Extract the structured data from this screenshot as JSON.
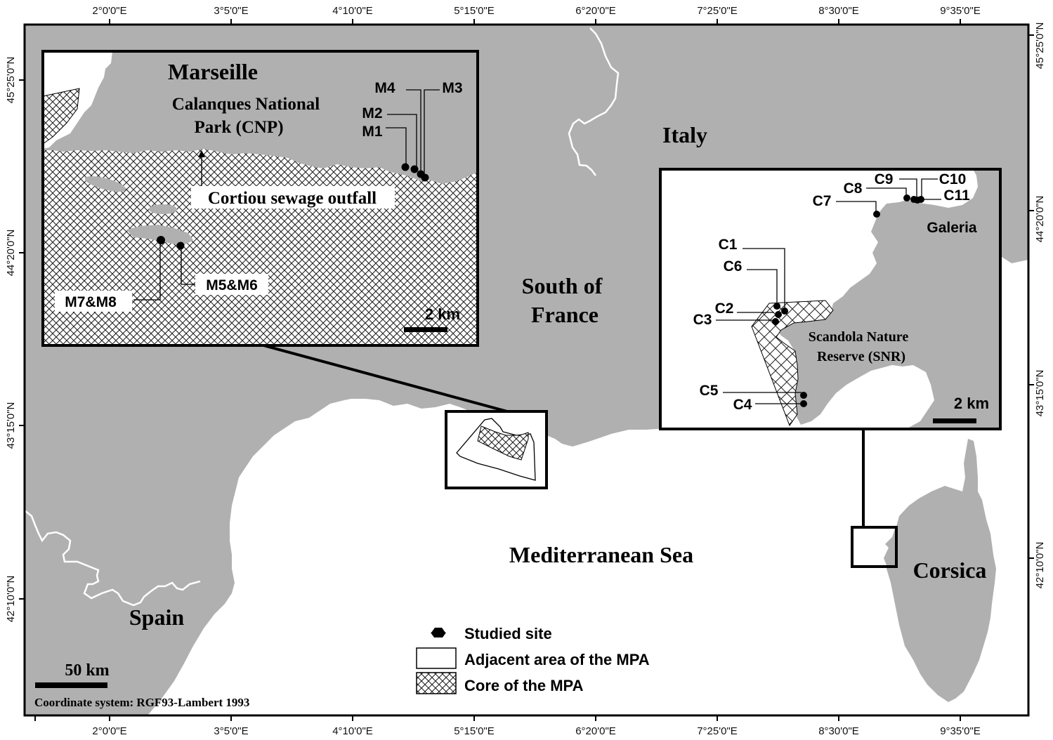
{
  "map": {
    "colors": {
      "land": "#b0b0b0",
      "sea": "#ffffff",
      "border": "#ffffff",
      "frame": "#000000",
      "site": "#000000"
    },
    "axes": {
      "x_ticks": [
        "2°0'0\"E",
        "3°5'0\"E",
        "4°10'0\"E",
        "5°15'0\"E",
        "6°20'0\"E",
        "7°25'0\"E",
        "8°30'0\"E",
        "9°35'0\"E"
      ],
      "y_ticks": [
        "45°25'0\"N",
        "44°20'0\"N",
        "43°15'0\"N",
        "42°10'0\"N"
      ]
    },
    "labels": {
      "italy": "Italy",
      "south_of_france_1": "South of",
      "south_of_france_2": "France",
      "spain": "Spain",
      "corsica": "Corsica",
      "sea": "Mediterranean Sea"
    },
    "scale_main": "50 km",
    "coordinate_system": "Coordinate system: RGF93-Lambert 1993"
  },
  "inset_marseille": {
    "title": "Marseille",
    "park_1": "Calanques National",
    "park_2": "Park (CNP)",
    "outfall": "Cortiou sewage outfall",
    "scale": "2 km",
    "sites": [
      "M1",
      "M2",
      "M3",
      "M4",
      "M5&M6",
      "M7&M8"
    ]
  },
  "inset_corsica": {
    "town": "Galeria",
    "reserve_1": "Scandola Nature",
    "reserve_2": "Reserve (SNR)",
    "scale": "2 km",
    "sites": [
      "C1",
      "C2",
      "C3",
      "C4",
      "C5",
      "C6",
      "C7",
      "C8",
      "C9",
      "C10",
      "C11"
    ]
  },
  "legend": {
    "items": [
      {
        "label": "Studied site",
        "symbol": "hexagon-dot"
      },
      {
        "label": "Adjacent area of the MPA",
        "symbol": "empty-box"
      },
      {
        "label": "Core of the MPA",
        "symbol": "crosshatch-box"
      }
    ]
  }
}
